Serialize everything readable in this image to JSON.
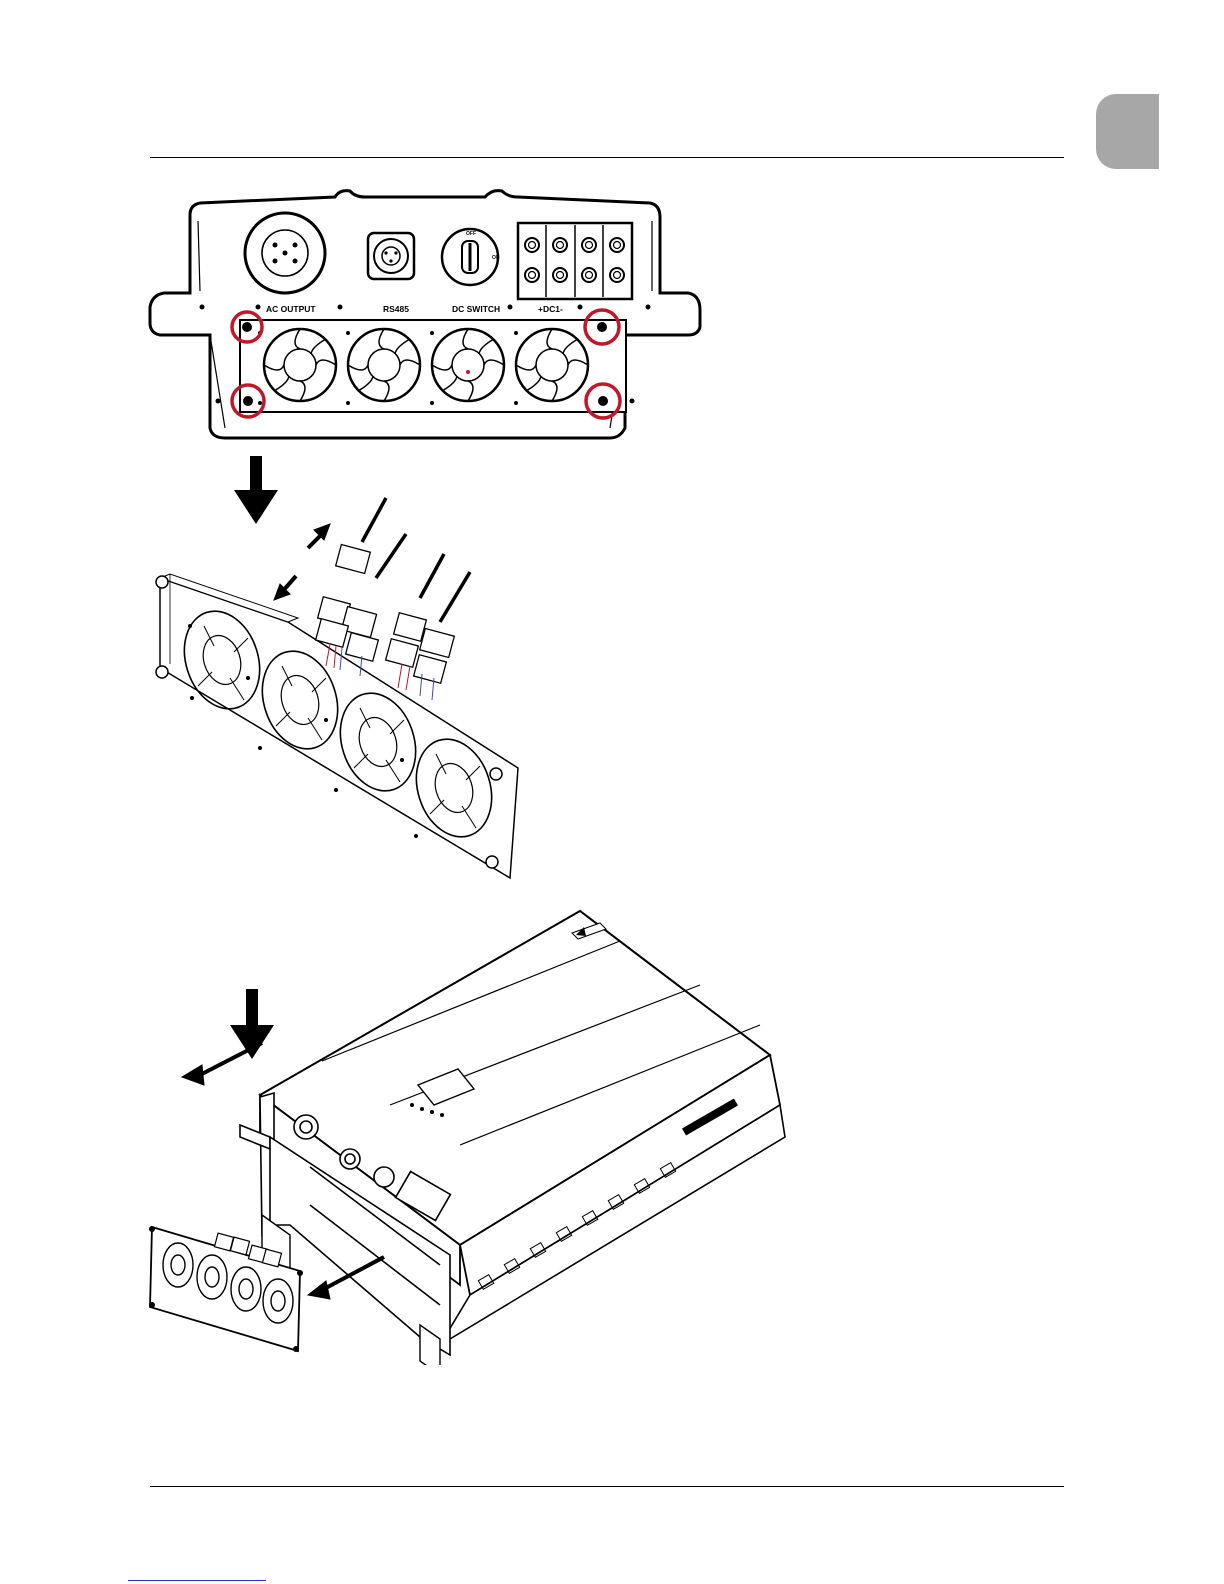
{
  "panel_labels": {
    "ac_output": "AC OUTPUT",
    "rs485": "RS485",
    "dc_switch": "DC SWITCH",
    "dc1": "+DC1-",
    "switch_off": "OFF",
    "switch_on": "ON"
  },
  "colors": {
    "highlight_circle": "#c0182a",
    "section_tab": "#a7a7a7",
    "rule": "#000000"
  },
  "icons": [
    "down-arrow-icon",
    "diagonal-arrow-icon",
    "screw-highlight-icon",
    "fan-icon"
  ]
}
